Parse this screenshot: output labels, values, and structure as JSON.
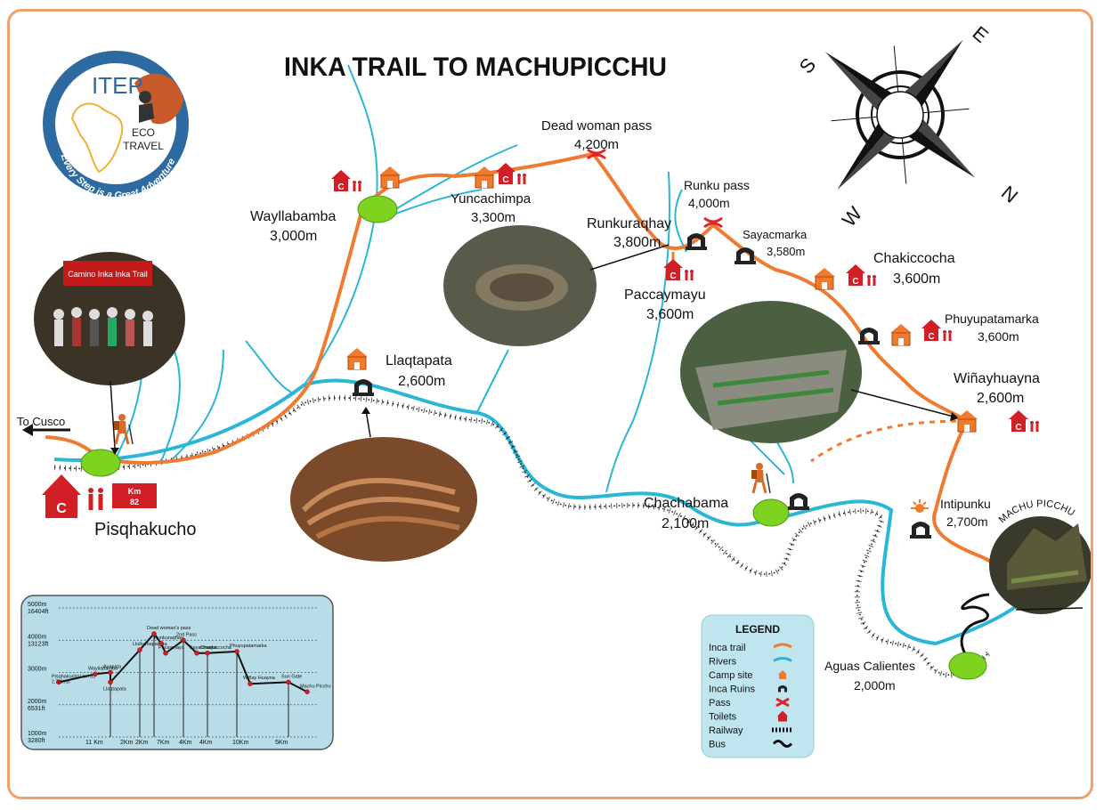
{
  "title": "INKA TRAIL TO MACHUPICCHU",
  "logo": {
    "name": "ITEP",
    "subtitle_line1": "ECO",
    "subtitle_line2": "TRAVEL",
    "slogan": "Every Step is a Great Adventure"
  },
  "compass": {
    "n": "N",
    "s": "S",
    "e": "E",
    "w": "W"
  },
  "direction_label": "To Cusco",
  "places": [
    {
      "id": "pisqhakucho",
      "name": "Pisqhakucho",
      "elev": ""
    },
    {
      "id": "wayllabamba",
      "name": "Wayllabamba",
      "elev": "3,000m"
    },
    {
      "id": "yuncachimpa",
      "name": "Yuncachimpa",
      "elev": "3,300m"
    },
    {
      "id": "dead-woman-pass",
      "name": "Dead woman pass",
      "elev": "4,200m"
    },
    {
      "id": "runku-pass",
      "name": "Runku pass",
      "elev": "4,000m"
    },
    {
      "id": "runkuraqhay",
      "name": "Runkuraqhay",
      "elev": "3,800m"
    },
    {
      "id": "sayacmarka",
      "name": "Sayacmarka",
      "elev": "3,580m"
    },
    {
      "id": "chakiccocha",
      "name": "Chakiccocha",
      "elev": "3,600m"
    },
    {
      "id": "paccaymayu",
      "name": "Paccaymayu",
      "elev": "3,600m"
    },
    {
      "id": "phuyupatamarka",
      "name": "Phuyupatamarka",
      "elev": "3,600m"
    },
    {
      "id": "winayhuayna",
      "name": "Wiñayhuayna",
      "elev": "2,600m"
    },
    {
      "id": "llaqtapata",
      "name": "Llaqtapata",
      "elev": "2,600m"
    },
    {
      "id": "chachabama",
      "name": "Chachabama",
      "elev": "2,100m"
    },
    {
      "id": "intipunku",
      "name": "Intipunku",
      "elev": "2,700m"
    },
    {
      "id": "aguas-calientes",
      "name": "Aguas Calientes",
      "elev": "2,000m"
    }
  ],
  "machu_picchu_label": "MACHU PICCHU",
  "km_sign": {
    "line1": "Km",
    "line2": "82"
  },
  "camp_letter": "C",
  "photo_sign": "Camino Inka Inka Trail",
  "legend": {
    "title": "LEGEND",
    "items": [
      {
        "label": "Inca trail",
        "symbol": "trail"
      },
      {
        "label": "Rivers",
        "symbol": "river"
      },
      {
        "label": "Camp site",
        "symbol": "camp"
      },
      {
        "label": "Inca Ruins",
        "symbol": "ruins"
      },
      {
        "label": "Pass",
        "symbol": "pass"
      },
      {
        "label": "Toilets",
        "symbol": "toilets"
      },
      {
        "label": "Railway",
        "symbol": "railway"
      },
      {
        "label": "Bus",
        "symbol": "bus"
      }
    ]
  },
  "elevation_profile": {
    "y_labels": [
      {
        "m": "5000m",
        "ft": "16404ft"
      },
      {
        "m": "4000m",
        "ft": "13123ft"
      },
      {
        "m": "3000m",
        "ft": ""
      },
      {
        "m": "2000m",
        "ft": "6531ft"
      },
      {
        "m": "1000m",
        "ft": "3280ft"
      }
    ],
    "stops": [
      {
        "name": "Pisqhakucho/ km 82",
        "sub": "2,700mts"
      },
      {
        "name": "Wayllabamba",
        "sub": ""
      },
      {
        "name": "Ayapata",
        "sub": ""
      },
      {
        "name": "Llaqtapata",
        "sub": ""
      },
      {
        "name": "Llulluchapampa",
        "sub": ""
      },
      {
        "name": "Dead woman's pass",
        "sub": ""
      },
      {
        "name": "Runkuraqhay",
        "sub": ""
      },
      {
        "name": "Pacaymayu",
        "sub": ""
      },
      {
        "name": "2nd Pass",
        "sub": ""
      },
      {
        "name": "Sayacmarka",
        "sub": ""
      },
      {
        "name": "Chaquiccocha",
        "sub": ""
      },
      {
        "name": "Phuyupatamarka",
        "sub": ""
      },
      {
        "name": "Wiñay Huayna",
        "sub": ""
      },
      {
        "name": "Sun Gate",
        "sub": ""
      },
      {
        "name": "Machu Picchu",
        "sub": ""
      }
    ],
    "distances": [
      "11 Km",
      "2Km",
      "2Km",
      "7Km",
      "4Km",
      "4Km",
      "10Km",
      "5Km"
    ]
  },
  "colors": {
    "trail": "#f07a30",
    "river": "#2ab6d6",
    "camp": "#f07a30",
    "pass": "#e0242a",
    "toilet": "#d21f26",
    "ruins": "#222222",
    "green_node": "#7ed321",
    "frame": "#f0a070"
  }
}
